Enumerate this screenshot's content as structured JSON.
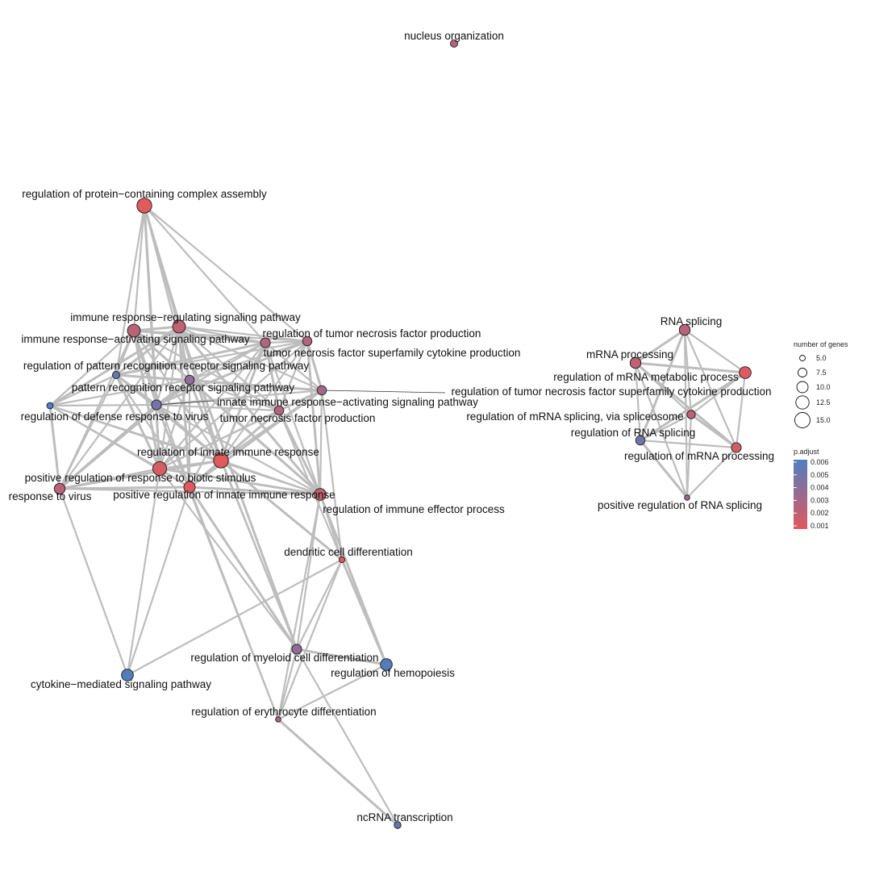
{
  "nodes": [
    {
      "id": "nucleus_organization",
      "label": "nucleus organization",
      "genes": 6.5,
      "padj": 0.0025
    },
    {
      "id": "reg_protein_complex",
      "label": "regulation of protein−containing complex assembly",
      "genes": 14,
      "padj": 0.0009
    },
    {
      "id": "immune_regulating",
      "label": "immune response−regulating signaling pathway",
      "genes": 12,
      "padj": 0.0022
    },
    {
      "id": "immune_activating",
      "label": "immune response−activating signaling pathway",
      "genes": 12,
      "padj": 0.0024
    },
    {
      "id": "reg_tnf_production",
      "label": "regulation of tumor necrosis factor production",
      "genes": 8.5,
      "padj": 0.0028
    },
    {
      "id": "tnf_superfamily",
      "label": "tumor necrosis factor superfamily cytokine production",
      "genes": 9,
      "padj": 0.0028
    },
    {
      "id": "reg_prr_pathway",
      "label": "regulation of pattern recognition receptor signaling pathway",
      "genes": 6.5,
      "padj": 0.0052
    },
    {
      "id": "prr_pathway",
      "label": "pattern recognition receptor signaling pathway",
      "genes": 8.5,
      "padj": 0.0039
    },
    {
      "id": "reg_tnf_superfamily",
      "label": "regulation of tumor necrosis factor superfamily cytokine production",
      "genes": 8.5,
      "padj": 0.0032
    },
    {
      "id": "innate_activating",
      "label": "innate immune response−activating signaling pathway",
      "genes": 9,
      "padj": 0.0047
    },
    {
      "id": "reg_defense_virus",
      "label": "regulation of defense response to virus",
      "genes": 5.5,
      "padj": 0.0062
    },
    {
      "id": "tnf_production",
      "label": "tumor necrosis factor production",
      "genes": 8.5,
      "padj": 0.0026
    },
    {
      "id": "reg_innate_immune",
      "label": "regulation of innate immune response",
      "genes": 14,
      "padj": 0.001
    },
    {
      "id": "pos_reg_biotic",
      "label": "positive regulation of response to biotic stimulus",
      "genes": 13,
      "padj": 0.0014
    },
    {
      "id": "response_virus",
      "label": "response to virus",
      "genes": 10,
      "padj": 0.0024
    },
    {
      "id": "pos_reg_innate",
      "label": "positive regulation of innate immune response",
      "genes": 10.5,
      "padj": 0.0011
    },
    {
      "id": "reg_immune_effector",
      "label": "regulation of immune effector process",
      "genes": 11,
      "padj": 0.0022
    },
    {
      "id": "dendritic_diff",
      "label": "dendritic cell differentiation",
      "genes": 5,
      "padj": 0.001
    },
    {
      "id": "reg_myeloid_diff",
      "label": "regulation of myeloid cell differentiation",
      "genes": 9,
      "padj": 0.0038
    },
    {
      "id": "reg_hemopoiesis",
      "label": "regulation of hemopoiesis",
      "genes": 11,
      "padj": 0.0058
    },
    {
      "id": "cytokine_signaling",
      "label": "cytokine−mediated signaling pathway",
      "genes": 11,
      "padj": 0.0058
    },
    {
      "id": "reg_erythrocyte",
      "label": "regulation of erythrocyte differentiation",
      "genes": 4.5,
      "padj": 0.003
    },
    {
      "id": "ncrna_transcription",
      "label": "ncRNA transcription",
      "genes": 6,
      "padj": 0.0053
    },
    {
      "id": "rna_splicing",
      "label": "RNA splicing",
      "genes": 10,
      "padj": 0.0024
    },
    {
      "id": "mrna_processing",
      "label": "mRNA processing",
      "genes": 10,
      "padj": 0.0021
    },
    {
      "id": "reg_mrna_metabolic",
      "label": "regulation of mRNA metabolic process",
      "genes": 11,
      "padj": 0.0011
    },
    {
      "id": "reg_mrna_splicing_spliceosome",
      "label": "regulation of mRNA splicing, via spliceosome",
      "genes": 7.5,
      "padj": 0.0022
    },
    {
      "id": "reg_rna_splicing",
      "label": "regulation of RNA splicing",
      "genes": 8.5,
      "padj": 0.0047
    },
    {
      "id": "reg_mrna_processing",
      "label": "regulation of mRNA processing",
      "genes": 9,
      "padj": 0.0016
    },
    {
      "id": "pos_reg_rna_splicing",
      "label": "positive regulation of RNA splicing",
      "genes": 4.5,
      "padj": 0.0035
    }
  ],
  "edges": [
    [
      "reg_protein_complex",
      "immune_regulating"
    ],
    [
      "reg_protein_complex",
      "immune_activating"
    ],
    [
      "reg_protein_complex",
      "prr_pathway"
    ],
    [
      "reg_protein_complex",
      "innate_activating"
    ],
    [
      "reg_protein_complex",
      "reg_prr_pathway"
    ],
    [
      "reg_protein_complex",
      "reg_innate_immune"
    ],
    [
      "reg_protein_complex",
      "pos_reg_biotic"
    ],
    [
      "reg_protein_complex",
      "tnf_superfamily"
    ],
    [
      "reg_protein_complex",
      "reg_tnf_production"
    ],
    [
      "immune_regulating",
      "immune_activating"
    ],
    [
      "immune_regulating",
      "reg_tnf_production"
    ],
    [
      "immune_regulating",
      "tnf_superfamily"
    ],
    [
      "immune_regulating",
      "reg_prr_pathway"
    ],
    [
      "immune_regulating",
      "prr_pathway"
    ],
    [
      "immune_regulating",
      "innate_activating"
    ],
    [
      "immune_regulating",
      "reg_defense_virus"
    ],
    [
      "immune_regulating",
      "reg_innate_immune"
    ],
    [
      "immune_regulating",
      "pos_reg_biotic"
    ],
    [
      "immune_regulating",
      "pos_reg_innate"
    ],
    [
      "immune_regulating",
      "reg_tnf_superfamily"
    ],
    [
      "immune_regulating",
      "tnf_production"
    ],
    [
      "immune_regulating",
      "reg_immune_effector"
    ],
    [
      "immune_regulating",
      "response_virus"
    ],
    [
      "immune_activating",
      "reg_tnf_production"
    ],
    [
      "immune_activating",
      "tnf_superfamily"
    ],
    [
      "immune_activating",
      "reg_prr_pathway"
    ],
    [
      "immune_activating",
      "prr_pathway"
    ],
    [
      "immune_activating",
      "innate_activating"
    ],
    [
      "immune_activating",
      "reg_defense_virus"
    ],
    [
      "immune_activating",
      "reg_innate_immune"
    ],
    [
      "immune_activating",
      "pos_reg_biotic"
    ],
    [
      "immune_activating",
      "pos_reg_innate"
    ],
    [
      "immune_activating",
      "response_virus"
    ],
    [
      "immune_activating",
      "reg_immune_effector"
    ],
    [
      "immune_activating",
      "tnf_production"
    ],
    [
      "reg_tnf_production",
      "tnf_superfamily"
    ],
    [
      "reg_tnf_production",
      "reg_tnf_superfamily"
    ],
    [
      "reg_tnf_production",
      "tnf_production"
    ],
    [
      "reg_tnf_production",
      "prr_pathway"
    ],
    [
      "reg_tnf_production",
      "innate_activating"
    ],
    [
      "reg_tnf_production",
      "reg_innate_immune"
    ],
    [
      "reg_tnf_production",
      "pos_reg_biotic"
    ],
    [
      "reg_tnf_production",
      "reg_immune_effector"
    ],
    [
      "reg_tnf_production",
      "reg_prr_pathway"
    ],
    [
      "tnf_superfamily",
      "reg_tnf_superfamily"
    ],
    [
      "tnf_superfamily",
      "tnf_production"
    ],
    [
      "tnf_superfamily",
      "prr_pathway"
    ],
    [
      "tnf_superfamily",
      "innate_activating"
    ],
    [
      "tnf_superfamily",
      "reg_innate_immune"
    ],
    [
      "tnf_superfamily",
      "pos_reg_biotic"
    ],
    [
      "tnf_superfamily",
      "reg_immune_effector"
    ],
    [
      "tnf_superfamily",
      "reg_prr_pathway"
    ],
    [
      "tnf_superfamily",
      "pos_reg_innate"
    ],
    [
      "reg_prr_pathway",
      "prr_pathway"
    ],
    [
      "reg_prr_pathway",
      "innate_activating"
    ],
    [
      "reg_prr_pathway",
      "reg_defense_virus"
    ],
    [
      "reg_prr_pathway",
      "reg_innate_immune"
    ],
    [
      "reg_prr_pathway",
      "pos_reg_biotic"
    ],
    [
      "reg_prr_pathway",
      "pos_reg_innate"
    ],
    [
      "reg_prr_pathway",
      "response_virus"
    ],
    [
      "reg_prr_pathway",
      "reg_tnf_superfamily"
    ],
    [
      "prr_pathway",
      "innate_activating"
    ],
    [
      "prr_pathway",
      "reg_defense_virus"
    ],
    [
      "prr_pathway",
      "reg_innate_immune"
    ],
    [
      "prr_pathway",
      "pos_reg_biotic"
    ],
    [
      "prr_pathway",
      "pos_reg_innate"
    ],
    [
      "prr_pathway",
      "response_virus"
    ],
    [
      "prr_pathway",
      "reg_tnf_superfamily"
    ],
    [
      "prr_pathway",
      "tnf_production"
    ],
    [
      "prr_pathway",
      "reg_immune_effector"
    ],
    [
      "innate_activating",
      "reg_tnf_superfamily"
    ],
    [
      "innate_activating",
      "reg_defense_virus"
    ],
    [
      "innate_activating",
      "reg_innate_immune"
    ],
    [
      "innate_activating",
      "pos_reg_biotic"
    ],
    [
      "innate_activating",
      "pos_reg_innate"
    ],
    [
      "innate_activating",
      "response_virus"
    ],
    [
      "innate_activating",
      "tnf_production"
    ],
    [
      "innate_activating",
      "reg_immune_effector"
    ],
    [
      "reg_tnf_superfamily",
      "tnf_production"
    ],
    [
      "reg_tnf_superfamily",
      "reg_innate_immune"
    ],
    [
      "reg_tnf_superfamily",
      "pos_reg_biotic"
    ],
    [
      "reg_tnf_superfamily",
      "pos_reg_innate"
    ],
    [
      "reg_tnf_superfamily",
      "reg_immune_effector"
    ],
    [
      "reg_tnf_superfamily",
      "dendritic_diff"
    ],
    [
      "reg_tnf_superfamily",
      "reg_tnf_production"
    ],
    [
      "reg_defense_virus",
      "reg_innate_immune"
    ],
    [
      "reg_defense_virus",
      "pos_reg_biotic"
    ],
    [
      "reg_defense_virus",
      "response_virus"
    ],
    [
      "reg_defense_virus",
      "pos_reg_innate"
    ],
    [
      "reg_defense_virus",
      "reg_immune_effector"
    ],
    [
      "tnf_production",
      "reg_innate_immune"
    ],
    [
      "tnf_production",
      "pos_reg_biotic"
    ],
    [
      "tnf_production",
      "pos_reg_innate"
    ],
    [
      "tnf_production",
      "reg_immune_effector"
    ],
    [
      "reg_innate_immune",
      "pos_reg_biotic"
    ],
    [
      "reg_innate_immune",
      "pos_reg_innate"
    ],
    [
      "reg_innate_immune",
      "response_virus"
    ],
    [
      "reg_innate_immune",
      "reg_immune_effector"
    ],
    [
      "reg_innate_immune",
      "reg_myeloid_diff"
    ],
    [
      "reg_innate_immune",
      "dendritic_diff"
    ],
    [
      "pos_reg_biotic",
      "pos_reg_innate"
    ],
    [
      "pos_reg_biotic",
      "response_virus"
    ],
    [
      "pos_reg_biotic",
      "reg_immune_effector"
    ],
    [
      "pos_reg_biotic",
      "cytokine_signaling"
    ],
    [
      "pos_reg_biotic",
      "reg_myeloid_diff"
    ],
    [
      "response_virus",
      "pos_reg_innate"
    ],
    [
      "response_virus",
      "reg_immune_effector"
    ],
    [
      "response_virus",
      "cytokine_signaling"
    ],
    [
      "pos_reg_innate",
      "reg_immune_effector"
    ],
    [
      "pos_reg_innate",
      "cytokine_signaling"
    ],
    [
      "pos_reg_innate",
      "reg_erythrocyte"
    ],
    [
      "pos_reg_innate",
      "reg_myeloid_diff"
    ],
    [
      "reg_immune_effector",
      "dendritic_diff"
    ],
    [
      "reg_immune_effector",
      "reg_myeloid_diff"
    ],
    [
      "reg_immune_effector",
      "reg_hemopoiesis"
    ],
    [
      "reg_immune_effector",
      "reg_erythrocyte"
    ],
    [
      "dendritic_diff",
      "reg_myeloid_diff"
    ],
    [
      "dendritic_diff",
      "reg_hemopoiesis"
    ],
    [
      "dendritic_diff",
      "cytokine_signaling"
    ],
    [
      "dendritic_diff",
      "reg_erythrocyte"
    ],
    [
      "reg_myeloid_diff",
      "reg_hemopoiesis"
    ],
    [
      "reg_myeloid_diff",
      "reg_erythrocyte"
    ],
    [
      "reg_hemopoiesis",
      "reg_erythrocyte"
    ],
    [
      "reg_erythrocyte",
      "ncrna_transcription"
    ],
    [
      "reg_myeloid_diff",
      "ncrna_transcription"
    ],
    [
      "prr_pathway",
      "reg_myeloid_diff"
    ],
    [
      "immune_regulating",
      "reg_myeloid_diff"
    ],
    [
      "tnf_production",
      "reg_hemopoiesis"
    ],
    [
      "innate_activating",
      "reg_erythrocyte"
    ],
    [
      "rna_splicing",
      "mrna_processing"
    ],
    [
      "rna_splicing",
      "reg_mrna_metabolic"
    ],
    [
      "rna_splicing",
      "reg_mrna_splicing_spliceosome"
    ],
    [
      "rna_splicing",
      "reg_rna_splicing"
    ],
    [
      "rna_splicing",
      "reg_mrna_processing"
    ],
    [
      "rna_splicing",
      "pos_reg_rna_splicing"
    ],
    [
      "mrna_processing",
      "reg_mrna_metabolic"
    ],
    [
      "mrna_processing",
      "reg_mrna_splicing_spliceosome"
    ],
    [
      "mrna_processing",
      "reg_rna_splicing"
    ],
    [
      "mrna_processing",
      "reg_mrna_processing"
    ],
    [
      "mrna_processing",
      "pos_reg_rna_splicing"
    ],
    [
      "reg_mrna_metabolic",
      "reg_mrna_splicing_spliceosome"
    ],
    [
      "reg_mrna_metabolic",
      "reg_rna_splicing"
    ],
    [
      "reg_mrna_metabolic",
      "reg_mrna_processing"
    ],
    [
      "reg_mrna_splicing_spliceosome",
      "reg_rna_splicing"
    ],
    [
      "reg_mrna_splicing_spliceosome",
      "reg_mrna_processing"
    ],
    [
      "reg_mrna_splicing_spliceosome",
      "pos_reg_rna_splicing"
    ],
    [
      "reg_rna_splicing",
      "reg_mrna_processing"
    ],
    [
      "reg_rna_splicing",
      "pos_reg_rna_splicing"
    ],
    [
      "reg_mrna_processing",
      "pos_reg_rna_splicing"
    ]
  ],
  "legend": {
    "size_title": "number of genes",
    "size_items": [
      "5.0",
      "7.5",
      "10.0",
      "12.5",
      "15.0"
    ],
    "color_title": "p.adjust",
    "color_ticks": [
      "0.006",
      "0.005",
      "0.004",
      "0.003",
      "0.002",
      "0.001"
    ],
    "color_high": "#4e7fbf",
    "color_low": "#e05a5e"
  }
}
